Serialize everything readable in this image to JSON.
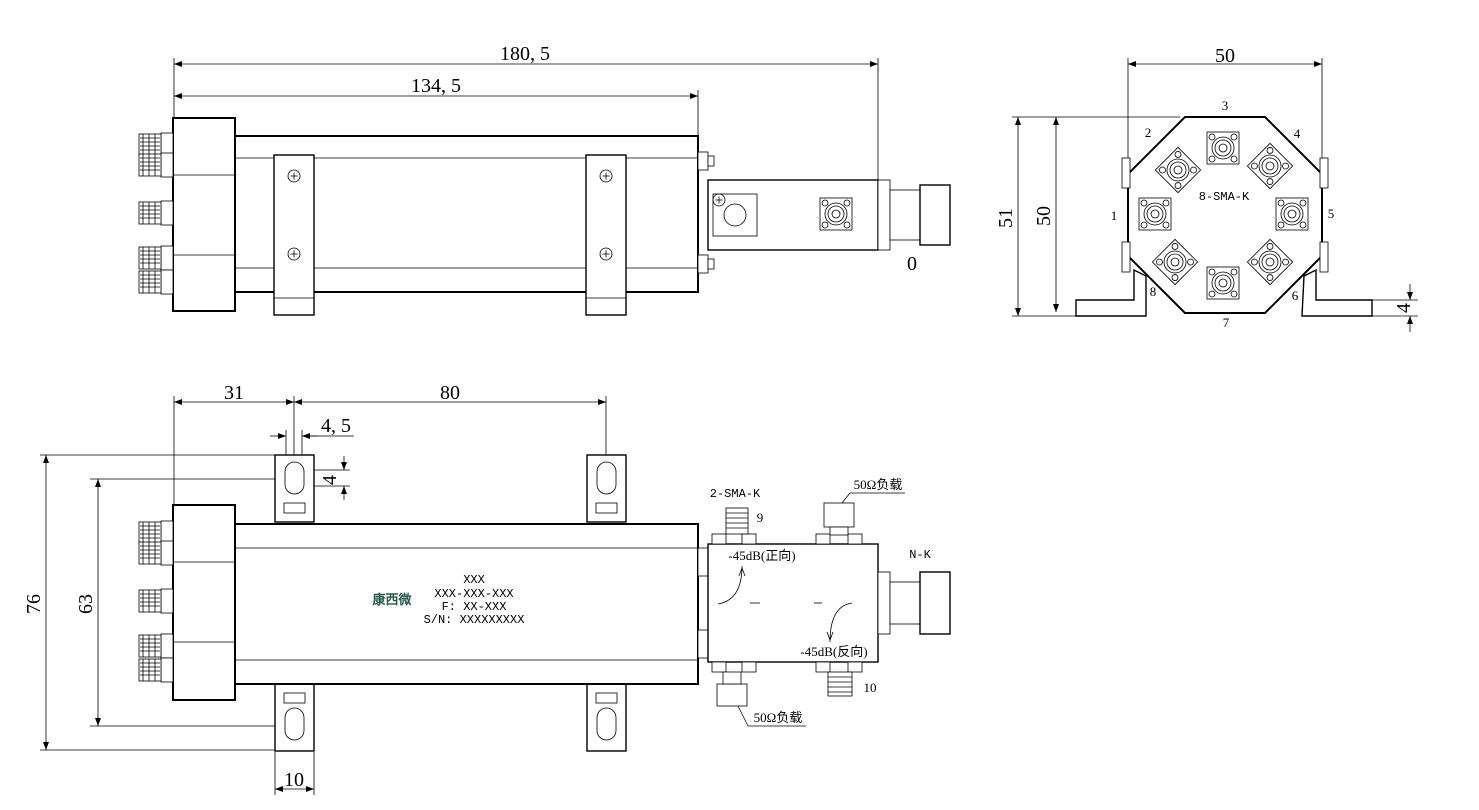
{
  "dimensions": {
    "overall_length": "180, 5",
    "body_length": "134, 5",
    "end_width": "50",
    "end_height_total": "51",
    "end_height_body": "50",
    "bracket_thickness": "4",
    "bracket_offset": "31",
    "bracket_spacing": "80",
    "slot_width": "4, 5",
    "slot_height": "4",
    "overall_width": "76",
    "mount_width": "63",
    "bracket_width": "10"
  },
  "end_view": {
    "connector_type": "8-SMA-K",
    "port_numbers": [
      "1",
      "2",
      "3",
      "4",
      "5",
      "6",
      "7",
      "8"
    ],
    "front_port_label": "0"
  },
  "plan_view": {
    "coupler_port_a": "2-SMA-K",
    "port_9": "9",
    "port_10": "10",
    "load_top": "50Ω负载",
    "load_bottom": "50Ω负载",
    "output_connector": "N-K",
    "forward_coupling": "-45dB(正向)",
    "reverse_coupling": "-45dB(反向)"
  },
  "nameplate": {
    "logo_text": "康西微",
    "line1": "XXX",
    "line2": "XXX-XXX-XXX",
    "line3": "F: XX-XXX",
    "line4": "S/N: XXXXXXXXX"
  }
}
